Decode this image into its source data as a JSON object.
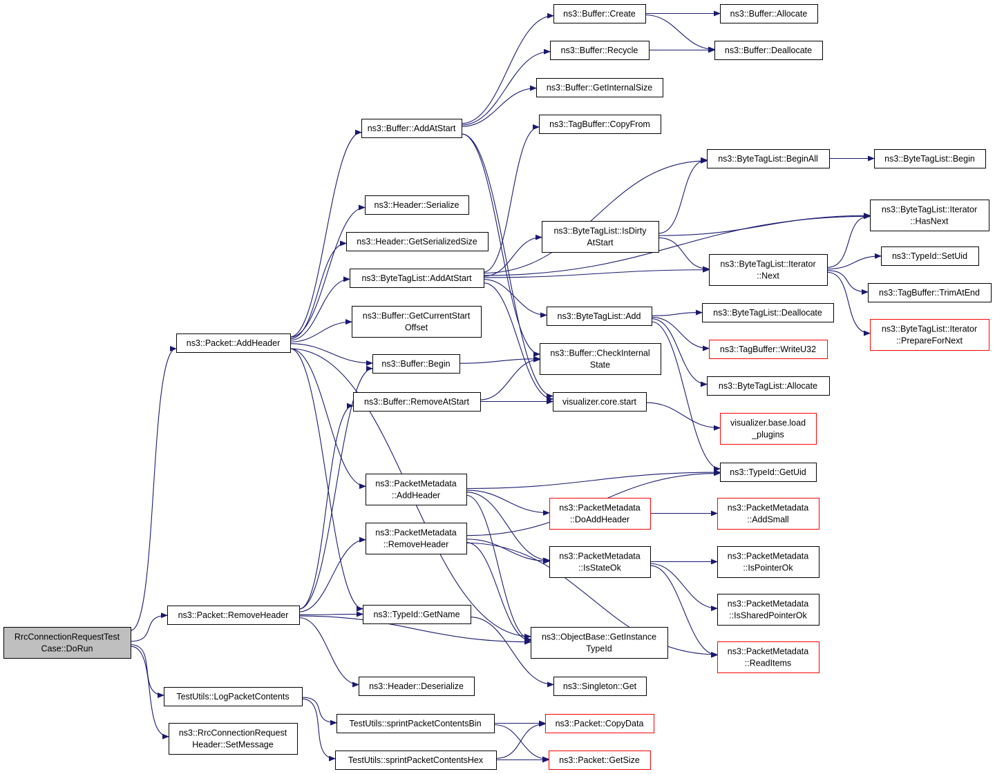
{
  "nodes": [
    {
      "id": "root",
      "lines": [
        "RrcConnectionRequestTest",
        "Case::DoRun"
      ],
      "style": "root"
    },
    {
      "id": "addheader",
      "lines": [
        "ns3::Packet::AddHeader"
      ],
      "style": "normal"
    },
    {
      "id": "removeheader",
      "lines": [
        "ns3::Packet::RemoveHeader"
      ],
      "style": "normal"
    },
    {
      "id": "logpacket",
      "lines": [
        "TestUtils::LogPacketContents"
      ],
      "style": "normal"
    },
    {
      "id": "setmessage",
      "lines": [
        "ns3::RrcConnectionRequest",
        "Header::SetMessage"
      ],
      "style": "normal"
    },
    {
      "id": "addatstart",
      "lines": [
        "ns3::Buffer::AddAtStart"
      ],
      "style": "normal"
    },
    {
      "id": "hdrserialize",
      "lines": [
        "ns3::Header::Serialize"
      ],
      "style": "normal"
    },
    {
      "id": "hdrsersize",
      "lines": [
        "ns3::Header::GetSerializedSize"
      ],
      "style": "normal"
    },
    {
      "id": "btladdatstart",
      "lines": [
        "ns3::ByteTagList::AddAtStart"
      ],
      "style": "normal"
    },
    {
      "id": "getcurstart",
      "lines": [
        "ns3::Buffer::GetCurrentStart",
        "Offset"
      ],
      "style": "normal"
    },
    {
      "id": "bufbegin",
      "lines": [
        "ns3::Buffer::Begin"
      ],
      "style": "normal"
    },
    {
      "id": "removeatstart",
      "lines": [
        "ns3::Buffer::RemoveAtStart"
      ],
      "style": "normal"
    },
    {
      "id": "pmaddheader",
      "lines": [
        "ns3::PacketMetadata",
        "::AddHeader"
      ],
      "style": "normal"
    },
    {
      "id": "pmremoveheader",
      "lines": [
        "ns3::PacketMetadata",
        "::RemoveHeader"
      ],
      "style": "normal"
    },
    {
      "id": "getname",
      "lines": [
        "ns3::TypeId::GetName"
      ],
      "style": "normal"
    },
    {
      "id": "hdrdeserialize",
      "lines": [
        "ns3::Header::Deserialize"
      ],
      "style": "normal"
    },
    {
      "id": "sprintbin",
      "lines": [
        "TestUtils::sprintPacketContentsBin"
      ],
      "style": "normal"
    },
    {
      "id": "sprinthex",
      "lines": [
        "TestUtils::sprintPacketContentsHex"
      ],
      "style": "normal"
    },
    {
      "id": "bufcreate",
      "lines": [
        "ns3::Buffer::Create"
      ],
      "style": "normal"
    },
    {
      "id": "bufrecycle",
      "lines": [
        "ns3::Buffer::Recycle"
      ],
      "style": "normal"
    },
    {
      "id": "bufgetinternal",
      "lines": [
        "ns3::Buffer::GetInternalSize"
      ],
      "style": "normal"
    },
    {
      "id": "tagcopyfrom",
      "lines": [
        "ns3::TagBuffer::CopyFrom"
      ],
      "style": "normal"
    },
    {
      "id": "btlisdirty",
      "lines": [
        "ns3::ByteTagList::IsDirty",
        "AtStart"
      ],
      "style": "normal"
    },
    {
      "id": "btladd",
      "lines": [
        "ns3::ByteTagList::Add"
      ],
      "style": "normal"
    },
    {
      "id": "checkinternal",
      "lines": [
        "ns3::Buffer::CheckInternal",
        "State"
      ],
      "style": "normal"
    },
    {
      "id": "vizstart",
      "lines": [
        "visualizer.core.start"
      ],
      "style": "normal"
    },
    {
      "id": "pmdoaddheader",
      "lines": [
        "ns3::PacketMetadata",
        "::DoAddHeader"
      ],
      "style": "red"
    },
    {
      "id": "pmisstateok",
      "lines": [
        "ns3::PacketMetadata",
        "::IsStateOk"
      ],
      "style": "normal"
    },
    {
      "id": "getinstancetypeid",
      "lines": [
        "ns3::ObjectBase::GetInstance",
        "TypeId"
      ],
      "style": "normal"
    },
    {
      "id": "singletonget",
      "lines": [
        "ns3::Singleton::Get"
      ],
      "style": "normal"
    },
    {
      "id": "pktcopydata",
      "lines": [
        "ns3::Packet::CopyData"
      ],
      "style": "red"
    },
    {
      "id": "pktgetsize",
      "lines": [
        "ns3::Packet::GetSize"
      ],
      "style": "red"
    },
    {
      "id": "bufallocate",
      "lines": [
        "ns3::Buffer::Allocate"
      ],
      "style": "normal"
    },
    {
      "id": "bufdeallocate",
      "lines": [
        "ns3::Buffer::Deallocate"
      ],
      "style": "normal"
    },
    {
      "id": "btlbeginall",
      "lines": [
        "ns3::ByteTagList::BeginAll"
      ],
      "style": "normal"
    },
    {
      "id": "btliternext",
      "lines": [
        "ns3::ByteTagList::Iterator",
        "::Next"
      ],
      "style": "normal"
    },
    {
      "id": "btldeallocate",
      "lines": [
        "ns3::ByteTagList::Deallocate"
      ],
      "style": "normal"
    },
    {
      "id": "tagwriteu32",
      "lines": [
        "ns3::TagBuffer::WriteU32"
      ],
      "style": "red"
    },
    {
      "id": "btlallocate",
      "lines": [
        "ns3::ByteTagList::Allocate"
      ],
      "style": "normal"
    },
    {
      "id": "vizloadplugins",
      "lines": [
        "visualizer.base.load",
        "_plugins"
      ],
      "style": "red"
    },
    {
      "id": "typeidgetuid",
      "lines": [
        "ns3::TypeId::GetUid"
      ],
      "style": "normal"
    },
    {
      "id": "pmaddsmall",
      "lines": [
        "ns3::PacketMetadata",
        "::AddSmall"
      ],
      "style": "red"
    },
    {
      "id": "pmispointerok",
      "lines": [
        "ns3::PacketMetadata",
        "::IsPointerOk"
      ],
      "style": "normal"
    },
    {
      "id": "pmissharedpointerok",
      "lines": [
        "ns3::PacketMetadata",
        "::IsSharedPointerOk"
      ],
      "style": "normal"
    },
    {
      "id": "pmreaditems",
      "lines": [
        "ns3::PacketMetadata",
        "::ReadItems"
      ],
      "style": "red"
    },
    {
      "id": "btlbegin",
      "lines": [
        "ns3::ByteTagList::Begin"
      ],
      "style": "normal"
    },
    {
      "id": "btliterhasnext",
      "lines": [
        "ns3::ByteTagList::Iterator",
        "::HasNext"
      ],
      "style": "normal"
    },
    {
      "id": "typeidsetuid",
      "lines": [
        "ns3::TypeId::SetUid"
      ],
      "style": "normal"
    },
    {
      "id": "tagtrimatend",
      "lines": [
        "ns3::TagBuffer::TrimAtEnd"
      ],
      "style": "normal"
    },
    {
      "id": "btliterprepare",
      "lines": [
        "ns3::ByteTagList::Iterator",
        "::PrepareForNext"
      ],
      "style": "red"
    }
  ],
  "edges": [
    [
      "root",
      "addheader"
    ],
    [
      "root",
      "removeheader"
    ],
    [
      "root",
      "logpacket"
    ],
    [
      "root",
      "setmessage"
    ],
    [
      "addheader",
      "addatstart"
    ],
    [
      "addheader",
      "hdrserialize"
    ],
    [
      "addheader",
      "hdrsersize"
    ],
    [
      "addheader",
      "btladdatstart"
    ],
    [
      "addheader",
      "getcurstart"
    ],
    [
      "addheader",
      "bufbegin"
    ],
    [
      "addheader",
      "pmaddheader"
    ],
    [
      "addheader",
      "getname"
    ],
    [
      "addheader",
      "getinstancetypeid"
    ],
    [
      "removeheader",
      "bufbegin"
    ],
    [
      "removeheader",
      "removeatstart"
    ],
    [
      "removeheader",
      "pmremoveheader"
    ],
    [
      "removeheader",
      "getname"
    ],
    [
      "removeheader",
      "getinstancetypeid"
    ],
    [
      "removeheader",
      "hdrdeserialize"
    ],
    [
      "logpacket",
      "sprintbin"
    ],
    [
      "logpacket",
      "sprinthex"
    ],
    [
      "addatstart",
      "bufcreate"
    ],
    [
      "addatstart",
      "bufrecycle"
    ],
    [
      "addatstart",
      "bufgetinternal"
    ],
    [
      "addatstart",
      "checkinternal"
    ],
    [
      "addatstart",
      "vizstart"
    ],
    [
      "btladdatstart",
      "tagcopyfrom"
    ],
    [
      "btladdatstart",
      "btlbeginall"
    ],
    [
      "btladdatstart",
      "btlisdirty"
    ],
    [
      "btladdatstart",
      "btliterhasnext"
    ],
    [
      "btladdatstart",
      "btliternext"
    ],
    [
      "btladdatstart",
      "btladd"
    ],
    [
      "btladdatstart",
      "vizstart"
    ],
    [
      "bufbegin",
      "checkinternal"
    ],
    [
      "removeatstart",
      "checkinternal"
    ],
    [
      "removeatstart",
      "vizstart"
    ],
    [
      "pmaddheader",
      "typeidgetuid"
    ],
    [
      "pmaddheader",
      "pmdoaddheader"
    ],
    [
      "pmaddheader",
      "pmisstateok"
    ],
    [
      "pmaddheader",
      "getinstancetypeid"
    ],
    [
      "pmremoveheader",
      "typeidgetuid"
    ],
    [
      "pmremoveheader",
      "pmisstateok"
    ],
    [
      "pmremoveheader",
      "pmreaditems"
    ],
    [
      "pmremoveheader",
      "getinstancetypeid"
    ],
    [
      "getname",
      "singletonget"
    ],
    [
      "sprintbin",
      "pktcopydata"
    ],
    [
      "sprintbin",
      "pktgetsize"
    ],
    [
      "sprinthex",
      "pktcopydata"
    ],
    [
      "sprinthex",
      "pktgetsize"
    ],
    [
      "bufcreate",
      "bufallocate"
    ],
    [
      "bufcreate",
      "bufdeallocate"
    ],
    [
      "bufrecycle",
      "bufdeallocate"
    ],
    [
      "btlisdirty",
      "btlbeginall"
    ],
    [
      "btlisdirty",
      "btliterhasnext"
    ],
    [
      "btlisdirty",
      "btliternext"
    ],
    [
      "btladd",
      "btldeallocate"
    ],
    [
      "btladd",
      "tagwriteu32"
    ],
    [
      "btladd",
      "btlallocate"
    ],
    [
      "btladd",
      "typeidgetuid"
    ],
    [
      "vizstart",
      "vizloadplugins"
    ],
    [
      "pmdoaddheader",
      "pmaddsmall"
    ],
    [
      "pmisstateok",
      "pmispointerok"
    ],
    [
      "pmisstateok",
      "pmissharedpointerok"
    ],
    [
      "pmisstateok",
      "pmreaditems"
    ],
    [
      "btlbeginall",
      "btlbegin"
    ],
    [
      "btliternext",
      "btliterhasnext"
    ],
    [
      "btliternext",
      "typeidsetuid"
    ],
    [
      "btliternext",
      "tagtrimatend"
    ],
    [
      "btliternext",
      "btliterprepare"
    ]
  ],
  "colors": {
    "edge": "#191970",
    "node_border": "#000000",
    "node_border_red": "#ff0000",
    "root_fill": "#bfbfbf",
    "background": "#ffffff"
  }
}
